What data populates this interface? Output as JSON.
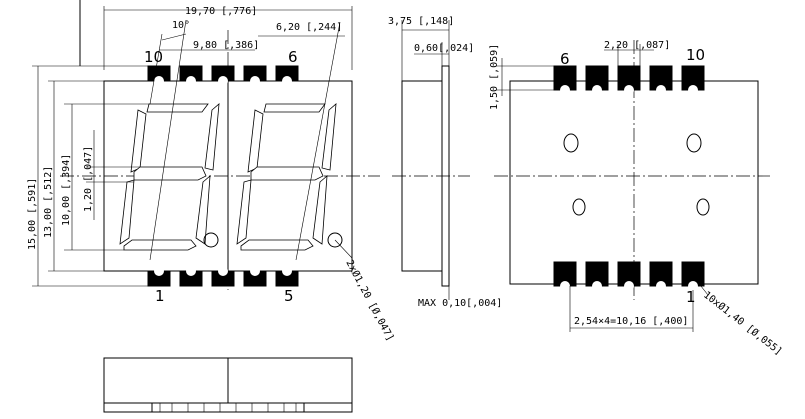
{
  "dimensions": {
    "overall_width": "19,70 [,776]",
    "angle": "10°",
    "pitch_half": "9,80 [,386]",
    "digit_width": "6,20 [,244]",
    "height_total": "15,00 [,591]",
    "height_body": "13,00 [,512]",
    "digit_height": "10,00 [,394]",
    "segment_width": "1,20 [,047]",
    "dot_diameter": "2xØ1,20 [Ø,047]",
    "side_depth": "3,75 [,148]",
    "side_flange": "0,60[,024]",
    "side_max": "MAX 0,10[,004]",
    "pad_spacing": "2,20 [,087]",
    "pad_length": "1,50 [,059]",
    "pitch_total": "2,54×4=10,16 [,400]",
    "hole_diameter": "10xØ1,40 [Ø,055]"
  },
  "pins": {
    "front_top_left": "10",
    "front_top_right": "6",
    "front_bottom_left": "1",
    "front_bottom_right": "5",
    "back_top_left": "6",
    "back_top_right": "10",
    "back_bottom_right": "1"
  }
}
